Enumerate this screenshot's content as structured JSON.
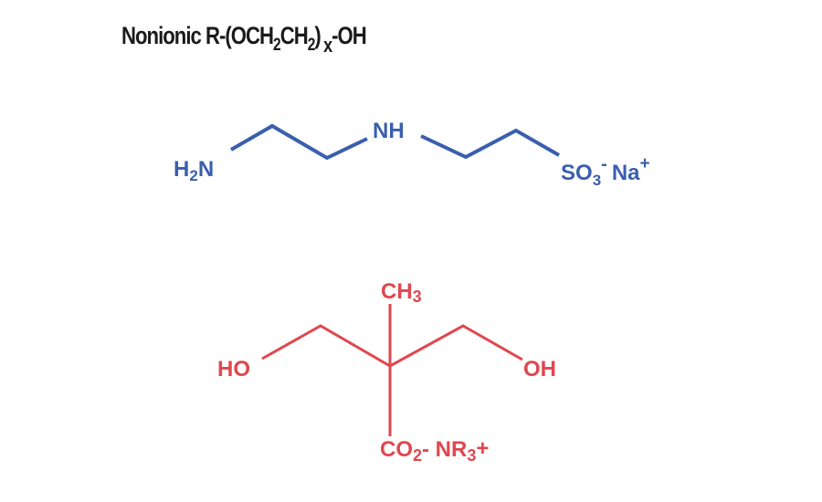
{
  "title": {
    "prefix": "Nonionic R-(OCH",
    "sub1": "2",
    "mid": "CH",
    "sub2": "2",
    "close": ")",
    "x": "x",
    "suffix": "-OH"
  },
  "molecule_blue": {
    "color": "#3a5fad",
    "left_group": {
      "main": "H",
      "sub": "2",
      "tail": "N"
    },
    "middle_group": "NH",
    "right_group": {
      "main": "SO",
      "sub": "3",
      "sup": "-",
      "counterion": "Na",
      "counterion_sup": "+"
    }
  },
  "molecule_red": {
    "color": "#e0474f",
    "top_group": {
      "main": "CH",
      "sub": "3"
    },
    "left_group": "HO",
    "right_group": "OH",
    "bottom_group": {
      "main": "CO",
      "sub": "2",
      "mid": "- NR",
      "sub2": "3",
      "tail": "+"
    }
  }
}
